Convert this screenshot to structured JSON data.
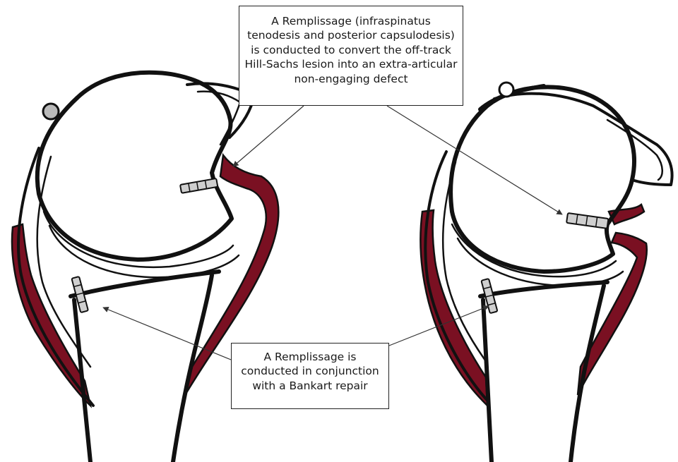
{
  "colors": {
    "outline": "#111111",
    "tissue": "#7a1022",
    "anchor_fill": "#cfcfcf",
    "arrow": "#333333",
    "background": "#ffffff",
    "node_fill": "#bbbbbb"
  },
  "callouts": {
    "top_text": "A Remplissage (infraspinatus\ntenodesis and posterior capsulodesis)\nis conducted to convert the off-track\nHill-Sachs lesion into an extra-articular\nnon-engaging defect",
    "bottom_text": "A Remplissage is\nconducted in conjunction\nwith a Bankart repair"
  },
  "figures": [
    {
      "name": "shoulder-before-remplissage",
      "icon": "humeral-head-with-anchors"
    },
    {
      "name": "shoulder-after-remplissage",
      "icon": "humeral-head-with-anchors"
    }
  ]
}
